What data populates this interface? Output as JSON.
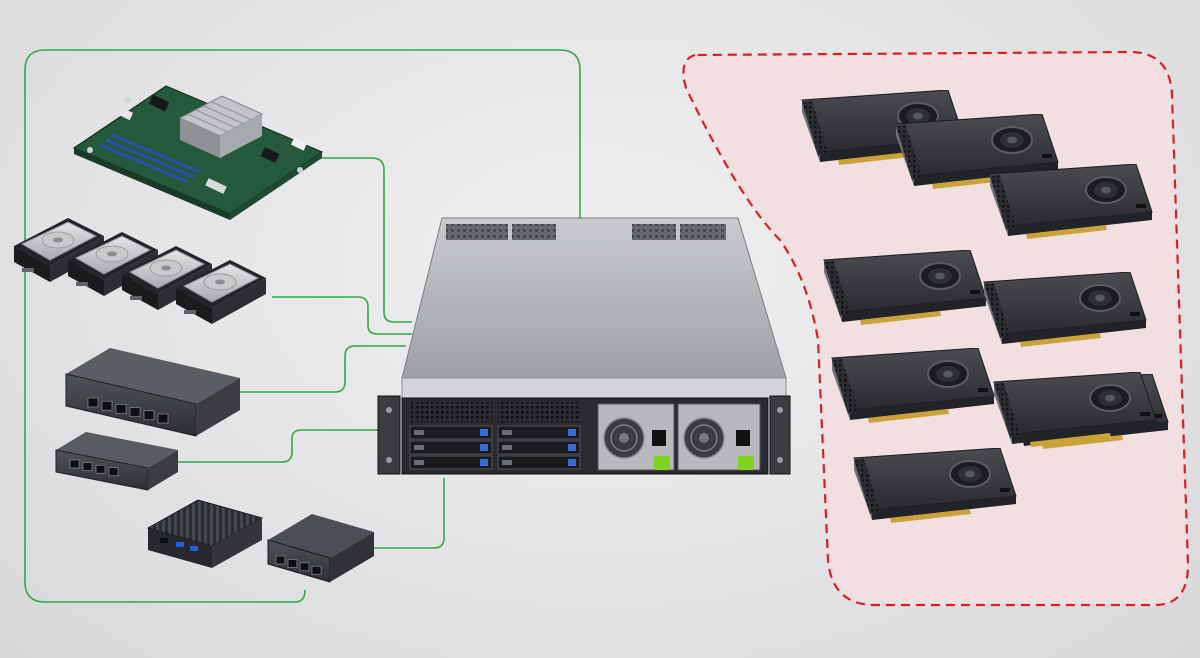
{
  "colors": {
    "connection_line": "#2eaa46",
    "gpu_region_border": "#d81f26",
    "gpu_region_fill": "#f2dfe1",
    "background": "#e6e6e8",
    "chassis_top": "#b9bbbe",
    "chassis_front": "#2a2b2e",
    "latch_green": "#7ed321"
  },
  "components": {
    "motherboard": {
      "icon": "motherboard-icon"
    },
    "drives": {
      "icon": "hard-drive-icon",
      "count": 4
    },
    "switch_large": {
      "icon": "network-switch-icon",
      "ports": 6
    },
    "switch_small": {
      "icon": "network-switch-icon",
      "ports": 4
    },
    "mini_pc": {
      "icon": "fanless-mini-pc-icon"
    },
    "mini_router": {
      "icon": "mini-router-icon",
      "ports": 4
    },
    "server": {
      "icon": "rack-server-icon",
      "drive_bays": 6,
      "psus": 2
    },
    "gpus": {
      "icon": "gpu-card-icon",
      "count": 9
    }
  }
}
